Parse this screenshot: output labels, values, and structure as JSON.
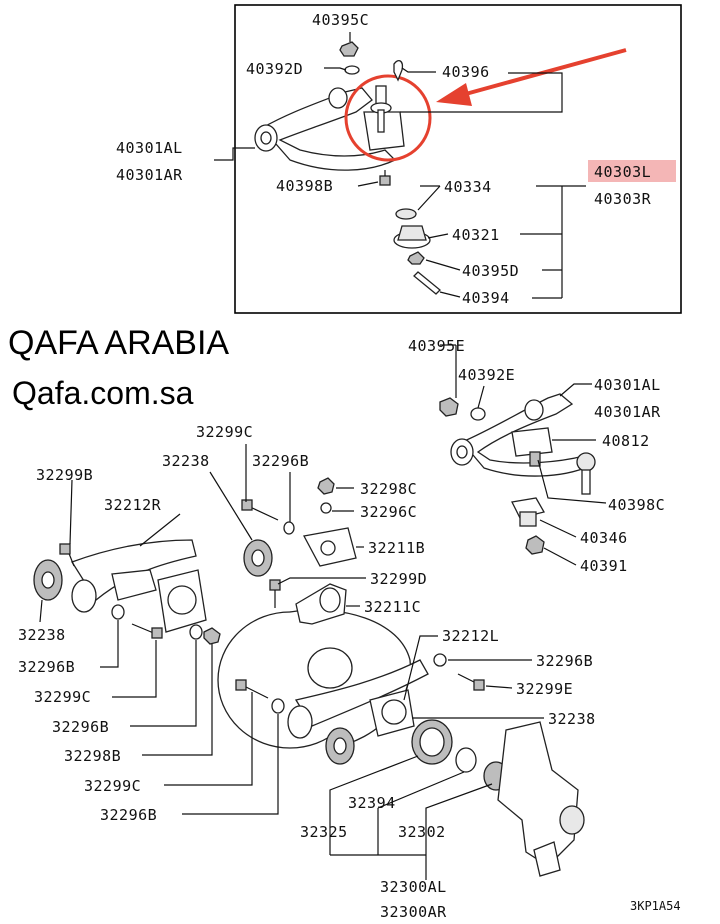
{
  "inset": {
    "labels": {
      "40395C": "40395C",
      "40392D": "40392D",
      "40396": "40396",
      "40301AL": "40301AL",
      "40301AR": "40301AR",
      "40398B": "40398B",
      "40334": "40334",
      "40321": "40321",
      "40395D": "40395D",
      "40394": "40394",
      "40303L": "40303L",
      "40303R": "40303R"
    },
    "highlight_color": "#f4b6b6",
    "arrow_color": "#e5412f"
  },
  "brand": {
    "name": "QAFA ARABIA",
    "site": "Qafa.com.sa"
  },
  "main": {
    "labels": {
      "40395E": "40395E",
      "40392E": "40392E",
      "40301AL": "40301AL",
      "40301AR": "40301AR",
      "40812": "40812",
      "40398C": "40398C",
      "40346": "40346",
      "40391": "40391",
      "32299C_top": "32299C",
      "32238_top": "32238",
      "32296B_top": "32296B",
      "32298C_top": "32298C",
      "32296C": "32296C",
      "32211B": "32211B",
      "32299D": "32299D",
      "32211C": "32211C",
      "32299B": "32299B",
      "32212R": "32212R",
      "32238_left": "32238",
      "32296B_left1": "32296B",
      "32299C_left1": "32299C",
      "32296B_left2": "32296B",
      "32298B": "32298B",
      "32299C_left2": "32299C",
      "32296B_left3": "32296B",
      "32212L": "32212L",
      "32296B_right": "32296B",
      "32299E": "32299E",
      "32238_right": "32238",
      "32394": "32394",
      "32325": "32325",
      "32302": "32302",
      "32300AL": "32300AL",
      "32300AR": "32300AR"
    }
  },
  "diagram_code": "3KP1A54"
}
